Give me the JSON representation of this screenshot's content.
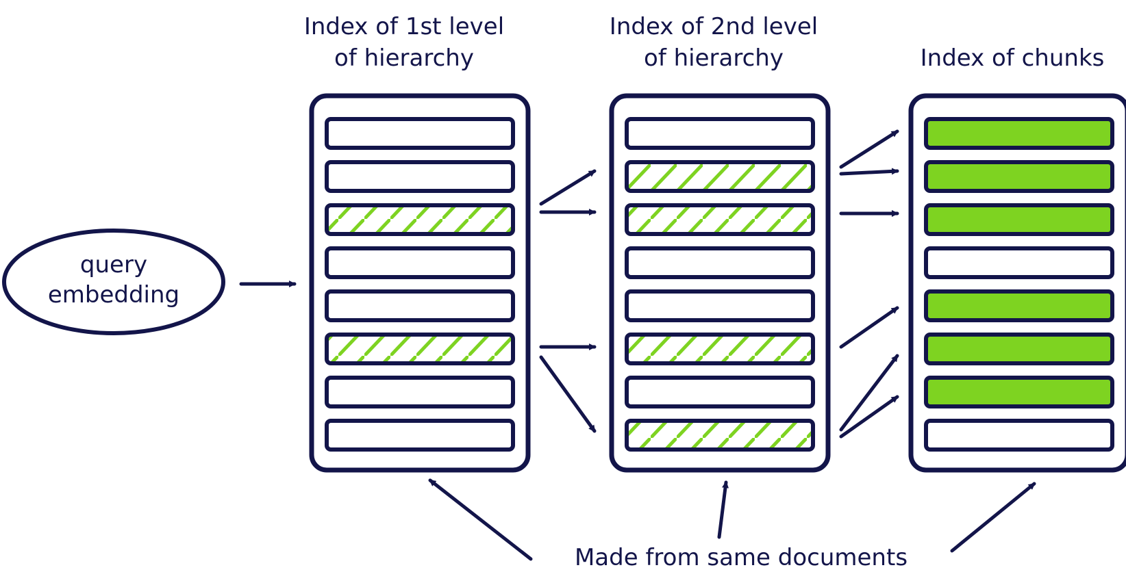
{
  "colors": {
    "ink": "#13154a",
    "green": "#7ed321",
    "background": "#ffffff"
  },
  "query": {
    "line1": "query",
    "line2": "embedding"
  },
  "indexes": [
    {
      "title_line1": "Index of 1st level",
      "title_line2": "of hierarchy",
      "rows": [
        "empty",
        "empty",
        "hatched",
        "empty",
        "empty",
        "hatched",
        "empty",
        "empty"
      ]
    },
    {
      "title_line1": "Index of 2nd level",
      "title_line2": "of hierarchy",
      "rows": [
        "empty",
        "hatched",
        "hatched",
        "empty",
        "empty",
        "hatched",
        "empty",
        "hatched"
      ]
    },
    {
      "title_line1": "",
      "title_line2": "Index of chunks",
      "rows": [
        "filled",
        "filled",
        "filled",
        "empty",
        "filled",
        "filled",
        "filled",
        "empty"
      ]
    }
  ],
  "footer": {
    "label": "Made from same documents"
  }
}
